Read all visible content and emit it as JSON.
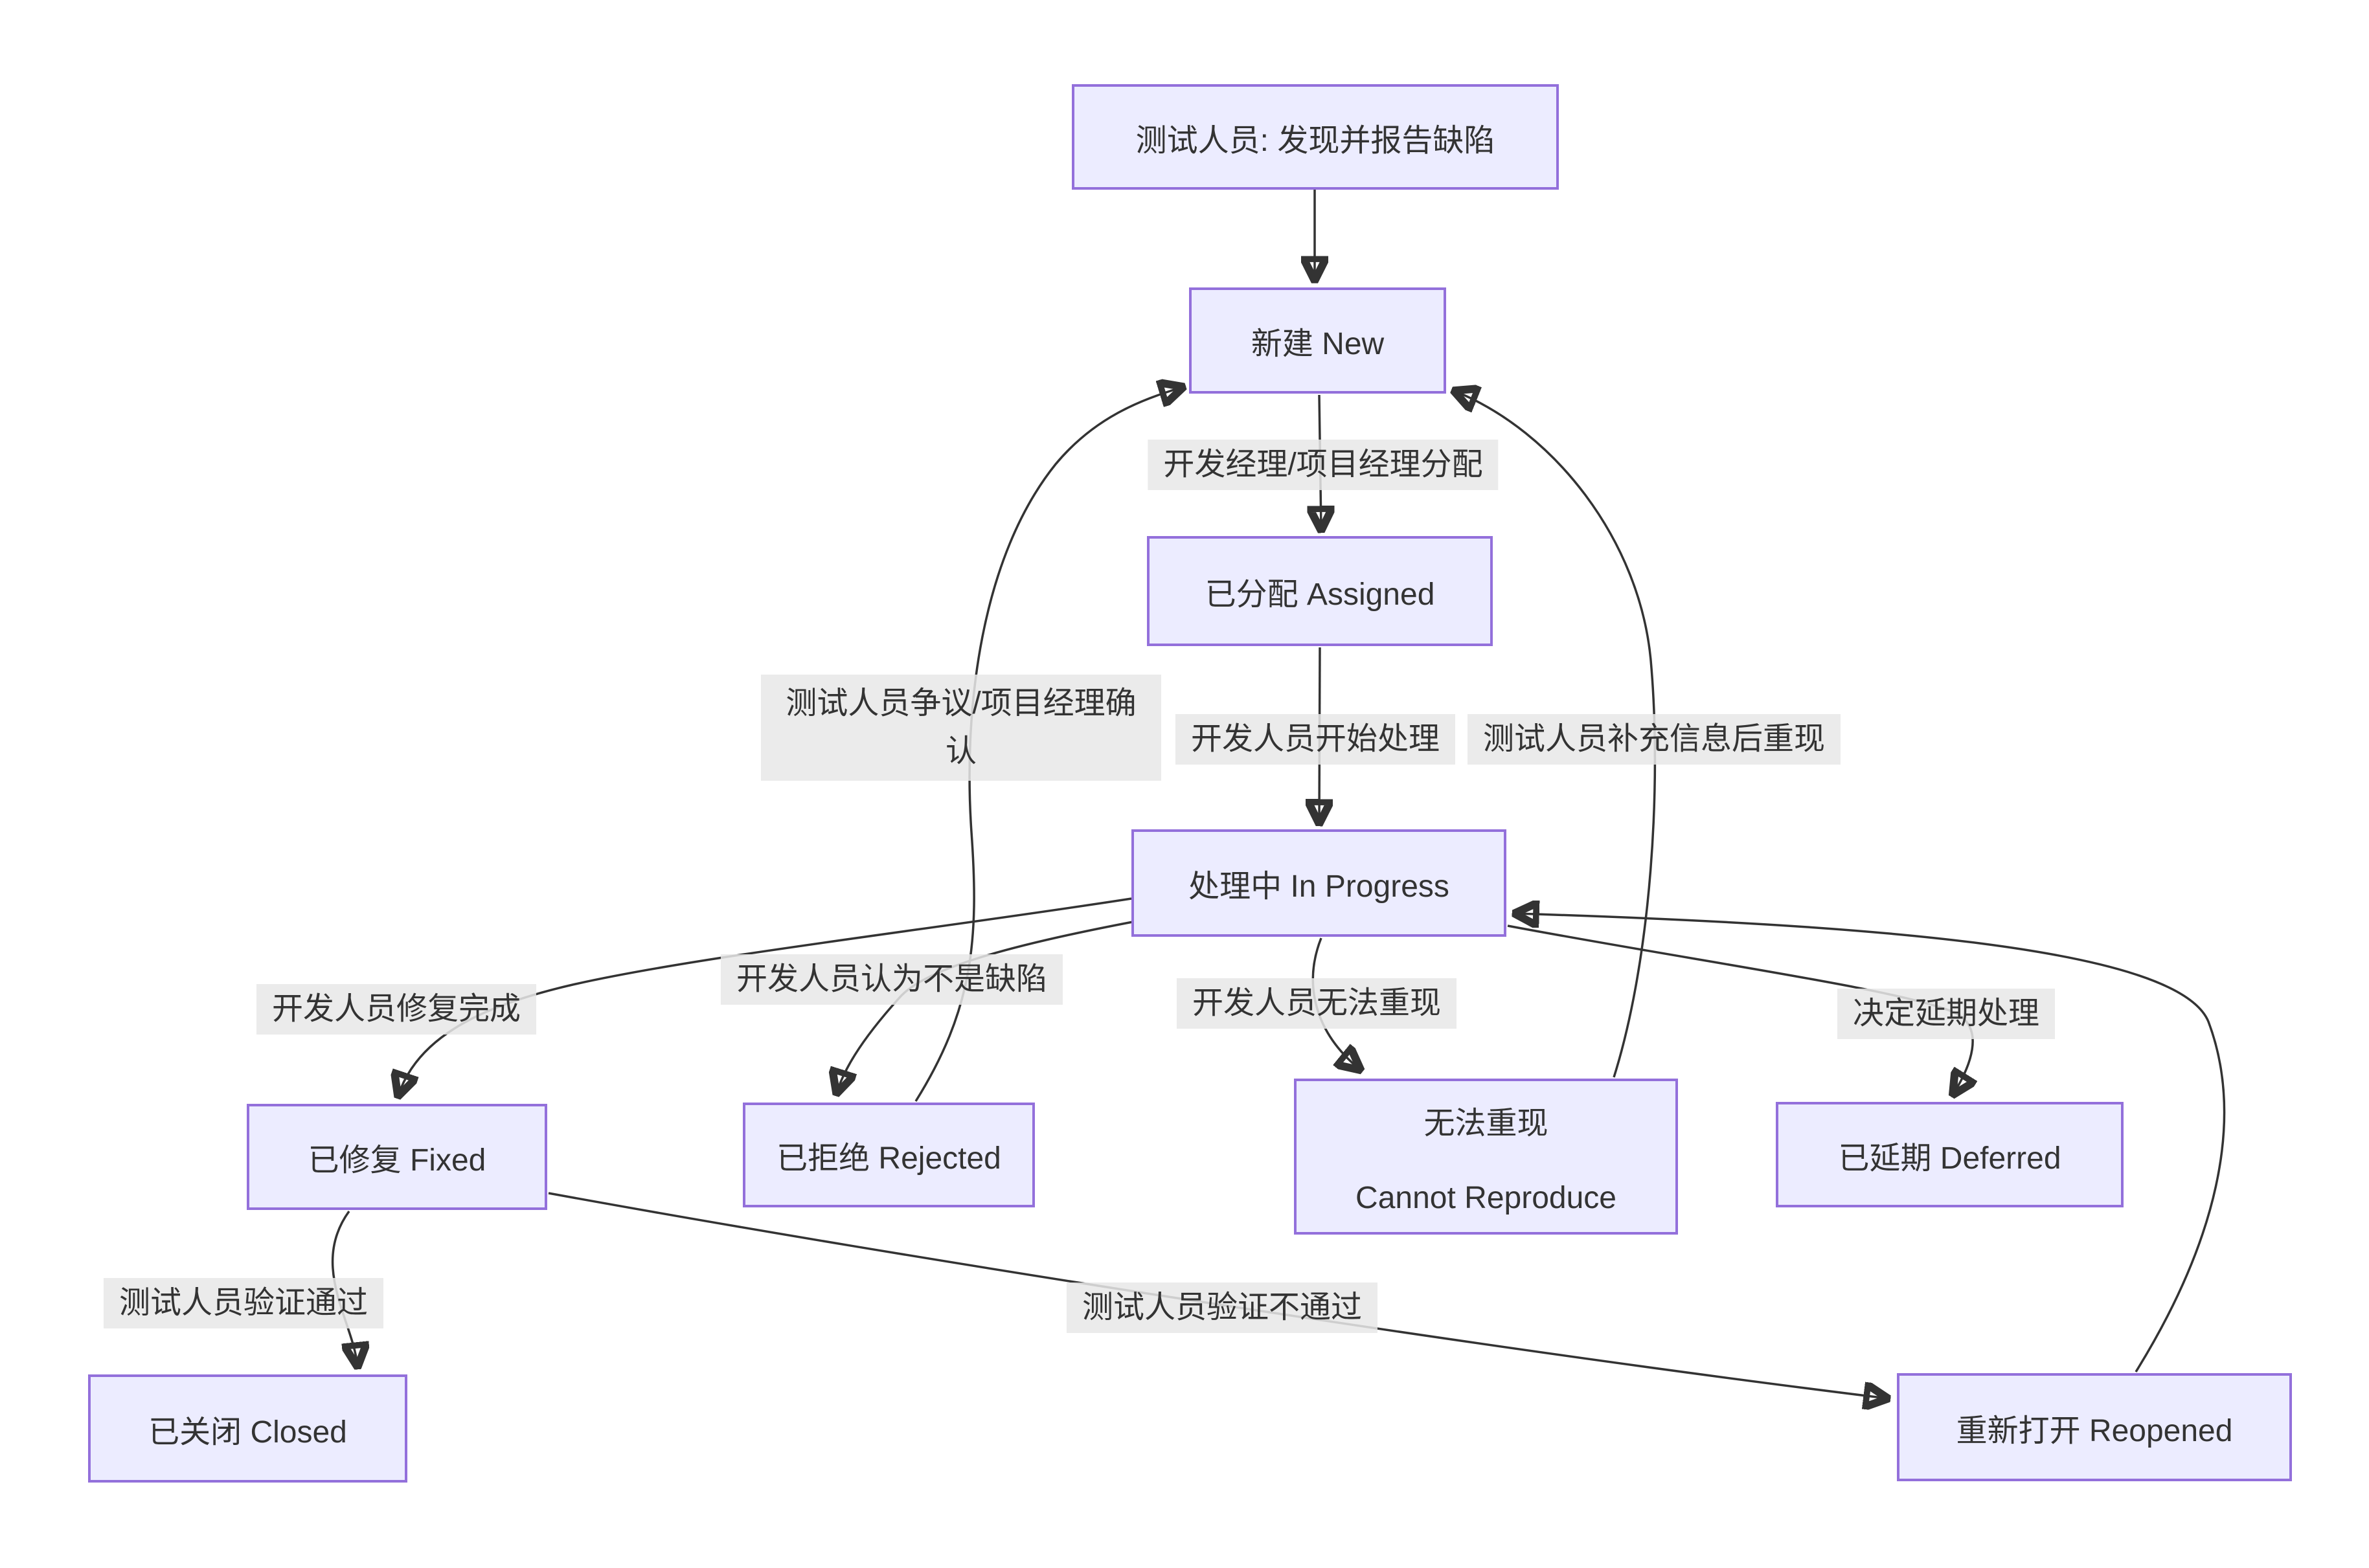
{
  "diagram": {
    "type": "flowchart",
    "background": "#ffffff",
    "colors": {
      "node_fill": "#ECECFF",
      "node_border": "#9370DB",
      "edge": "#333333",
      "edge_label_bg": "#e8e8e8",
      "text": "#333333"
    },
    "nodes": {
      "reporter": {
        "label": "测试人员: 发现并报告缺陷"
      },
      "new": {
        "label": "新建 New"
      },
      "assigned": {
        "label": "已分配 Assigned"
      },
      "in_progress": {
        "label": "处理中 In Progress"
      },
      "fixed": {
        "label": "已修复 Fixed"
      },
      "rejected": {
        "label": "已拒绝 Rejected"
      },
      "cannot_reproduce": {
        "label": "无法重现",
        "label2": "Cannot Reproduce"
      },
      "deferred": {
        "label": "已延期 Deferred"
      },
      "closed": {
        "label": "已关闭 Closed"
      },
      "reopened": {
        "label": "重新打开 Reopened"
      }
    },
    "edges": [
      {
        "from": "reporter",
        "to": "new",
        "label": ""
      },
      {
        "from": "new",
        "to": "assigned",
        "label": "开发经理/项目经理分配"
      },
      {
        "from": "assigned",
        "to": "in_progress",
        "label": "开发人员开始处理"
      },
      {
        "from": "in_progress",
        "to": "fixed",
        "label": "开发人员修复完成"
      },
      {
        "from": "in_progress",
        "to": "rejected",
        "label": "开发人员认为不是缺陷"
      },
      {
        "from": "in_progress",
        "to": "cannot_reproduce",
        "label": "开发人员无法重现"
      },
      {
        "from": "in_progress",
        "to": "deferred",
        "label": "决定延期处理"
      },
      {
        "from": "fixed",
        "to": "closed",
        "label": "测试人员验证通过"
      },
      {
        "from": "fixed",
        "to": "reopened",
        "label": "测试人员验证不通过"
      },
      {
        "from": "rejected",
        "to": "new",
        "label": "测试人员争议/项目经理确认"
      },
      {
        "from": "cannot_reproduce",
        "to": "new",
        "label": "测试人员补充信息后重现"
      },
      {
        "from": "reopened",
        "to": "in_progress",
        "label": ""
      }
    ]
  }
}
